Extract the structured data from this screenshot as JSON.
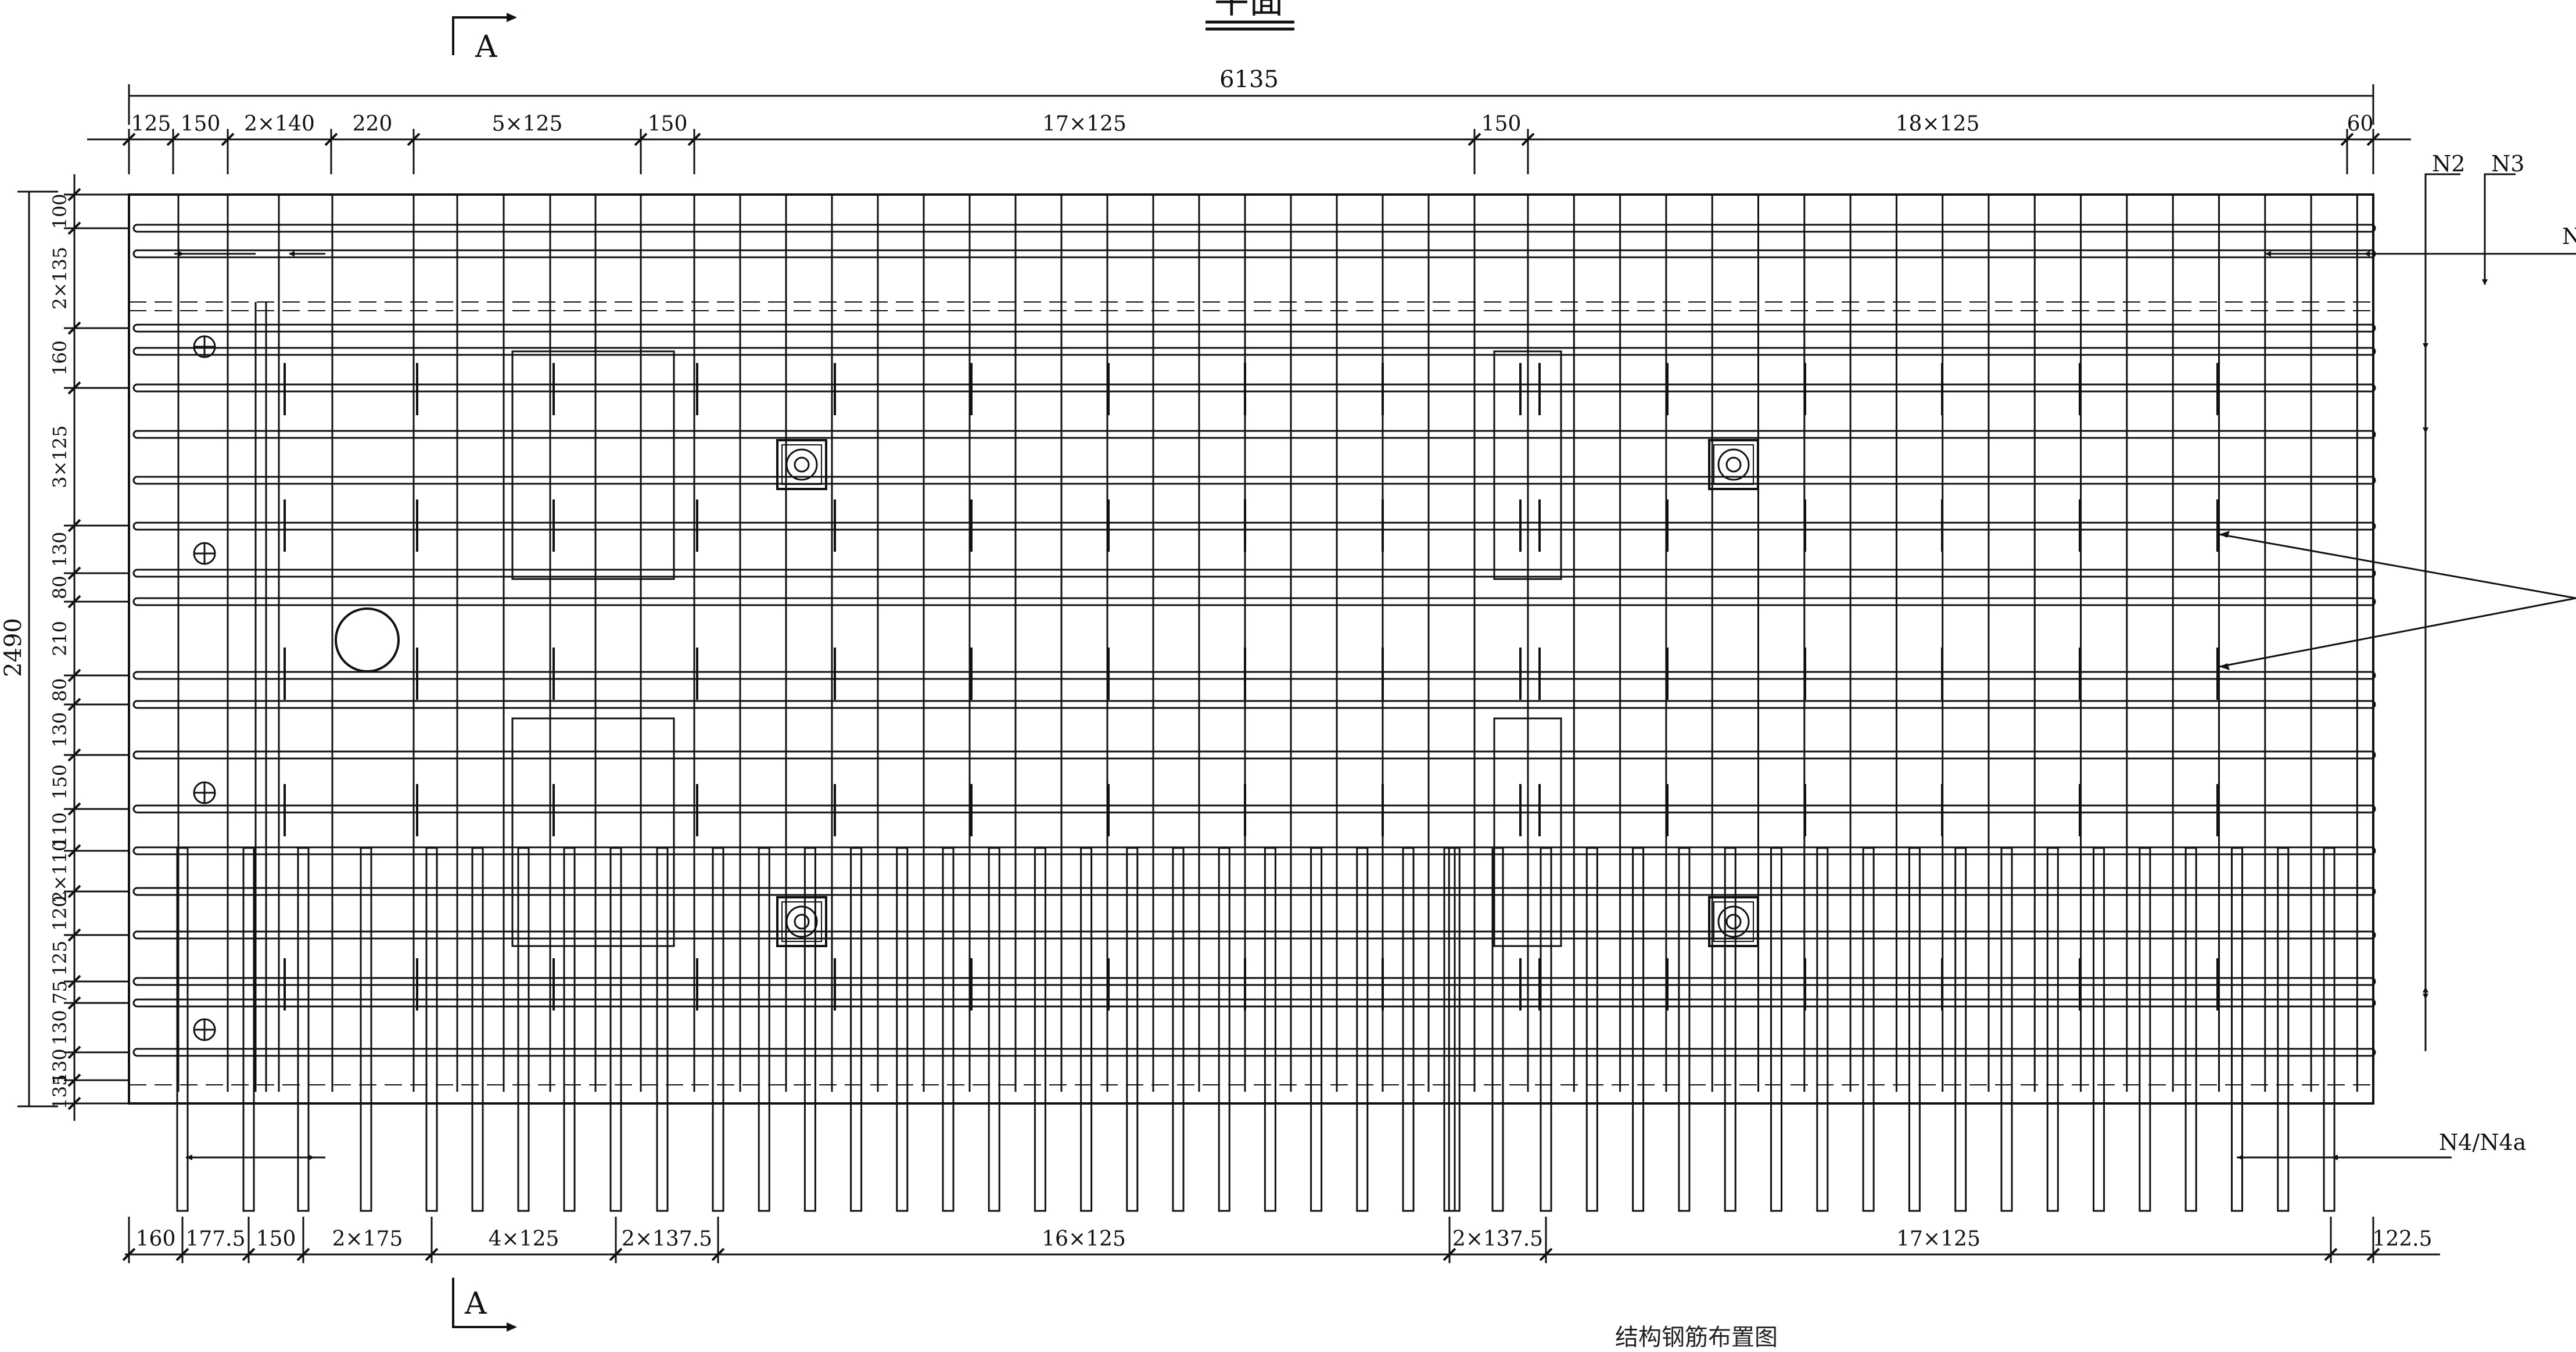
{
  "title": "平面",
  "caption": "结构钢筋布置图",
  "overall_width": "6135",
  "overall_height": "2490",
  "section_label": "A",
  "top_dimensions": [
    "125",
    "150",
    "2×140",
    "220",
    "5×125",
    "150",
    "17×125",
    "150",
    "18×125",
    "60"
  ],
  "bottom_dimensions": [
    "160",
    "177.5",
    "150",
    "2×175",
    "4×125",
    "2×137.5",
    "16×125",
    "2×137.5",
    "17×125",
    "122.5"
  ],
  "left_dimensions": [
    "100",
    "2×135",
    "160",
    "3×125",
    "130",
    "80",
    "210",
    "80",
    "130",
    "150",
    "110",
    "2×110",
    "120",
    "125",
    "75",
    "130",
    "130",
    "135"
  ],
  "bar_labels": {
    "n2": "N2",
    "n3": "N3",
    "n_cut": "N",
    "n4": "N4/N4a"
  },
  "colors": {
    "line": "#111111",
    "background": "#ffffff"
  }
}
